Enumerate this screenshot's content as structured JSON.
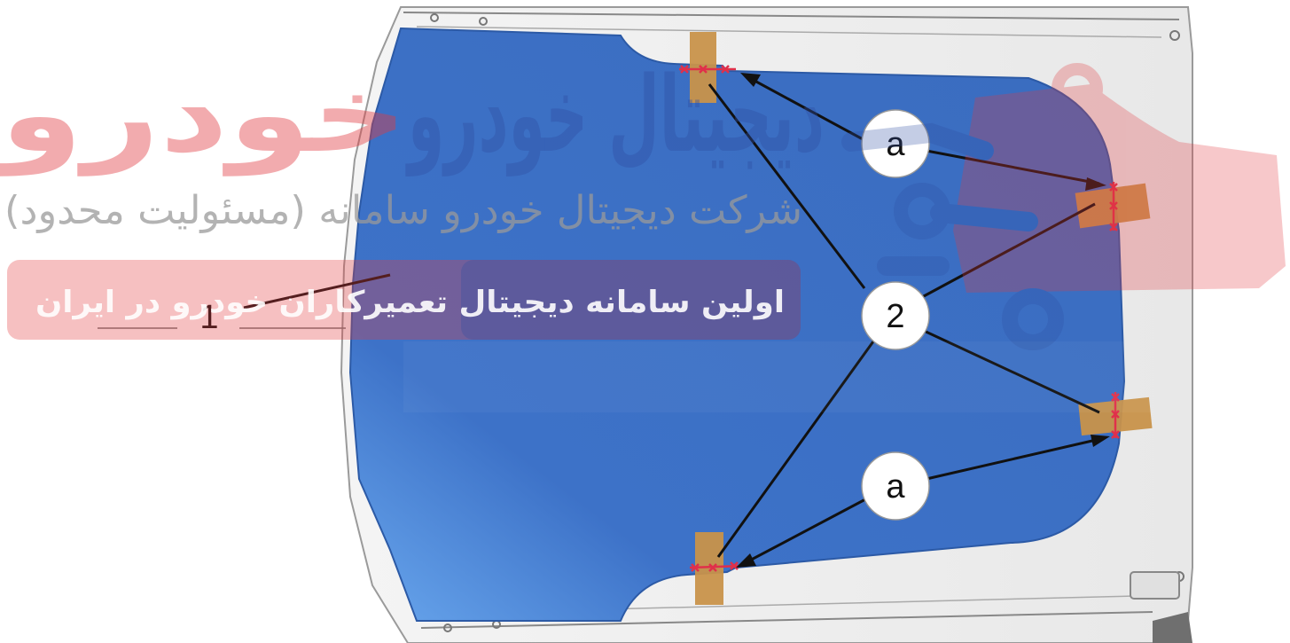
{
  "diagram": {
    "callouts": {
      "part_1": "1",
      "part_2": "2",
      "point_a_top": "a",
      "point_a_bottom": "a"
    },
    "colors": {
      "panel_fill": "#3a6fc4",
      "panel_highlight": "#6aa6ea",
      "tape": "#c8924a",
      "cut_mark": "#e0304a",
      "leader_line": "#111111"
    }
  },
  "watermark": {
    "title": "دیجیتال خودرو",
    "subtitle": "شرکت دیجیتال خودرو سامانه (مسئولیت محدود)",
    "tagline": "اولین سامانه دیجیتال تعمیرکاران خودرو در ایران",
    "colors": {
      "red": "#e23a3f",
      "blue": "#2f4fa3"
    }
  }
}
